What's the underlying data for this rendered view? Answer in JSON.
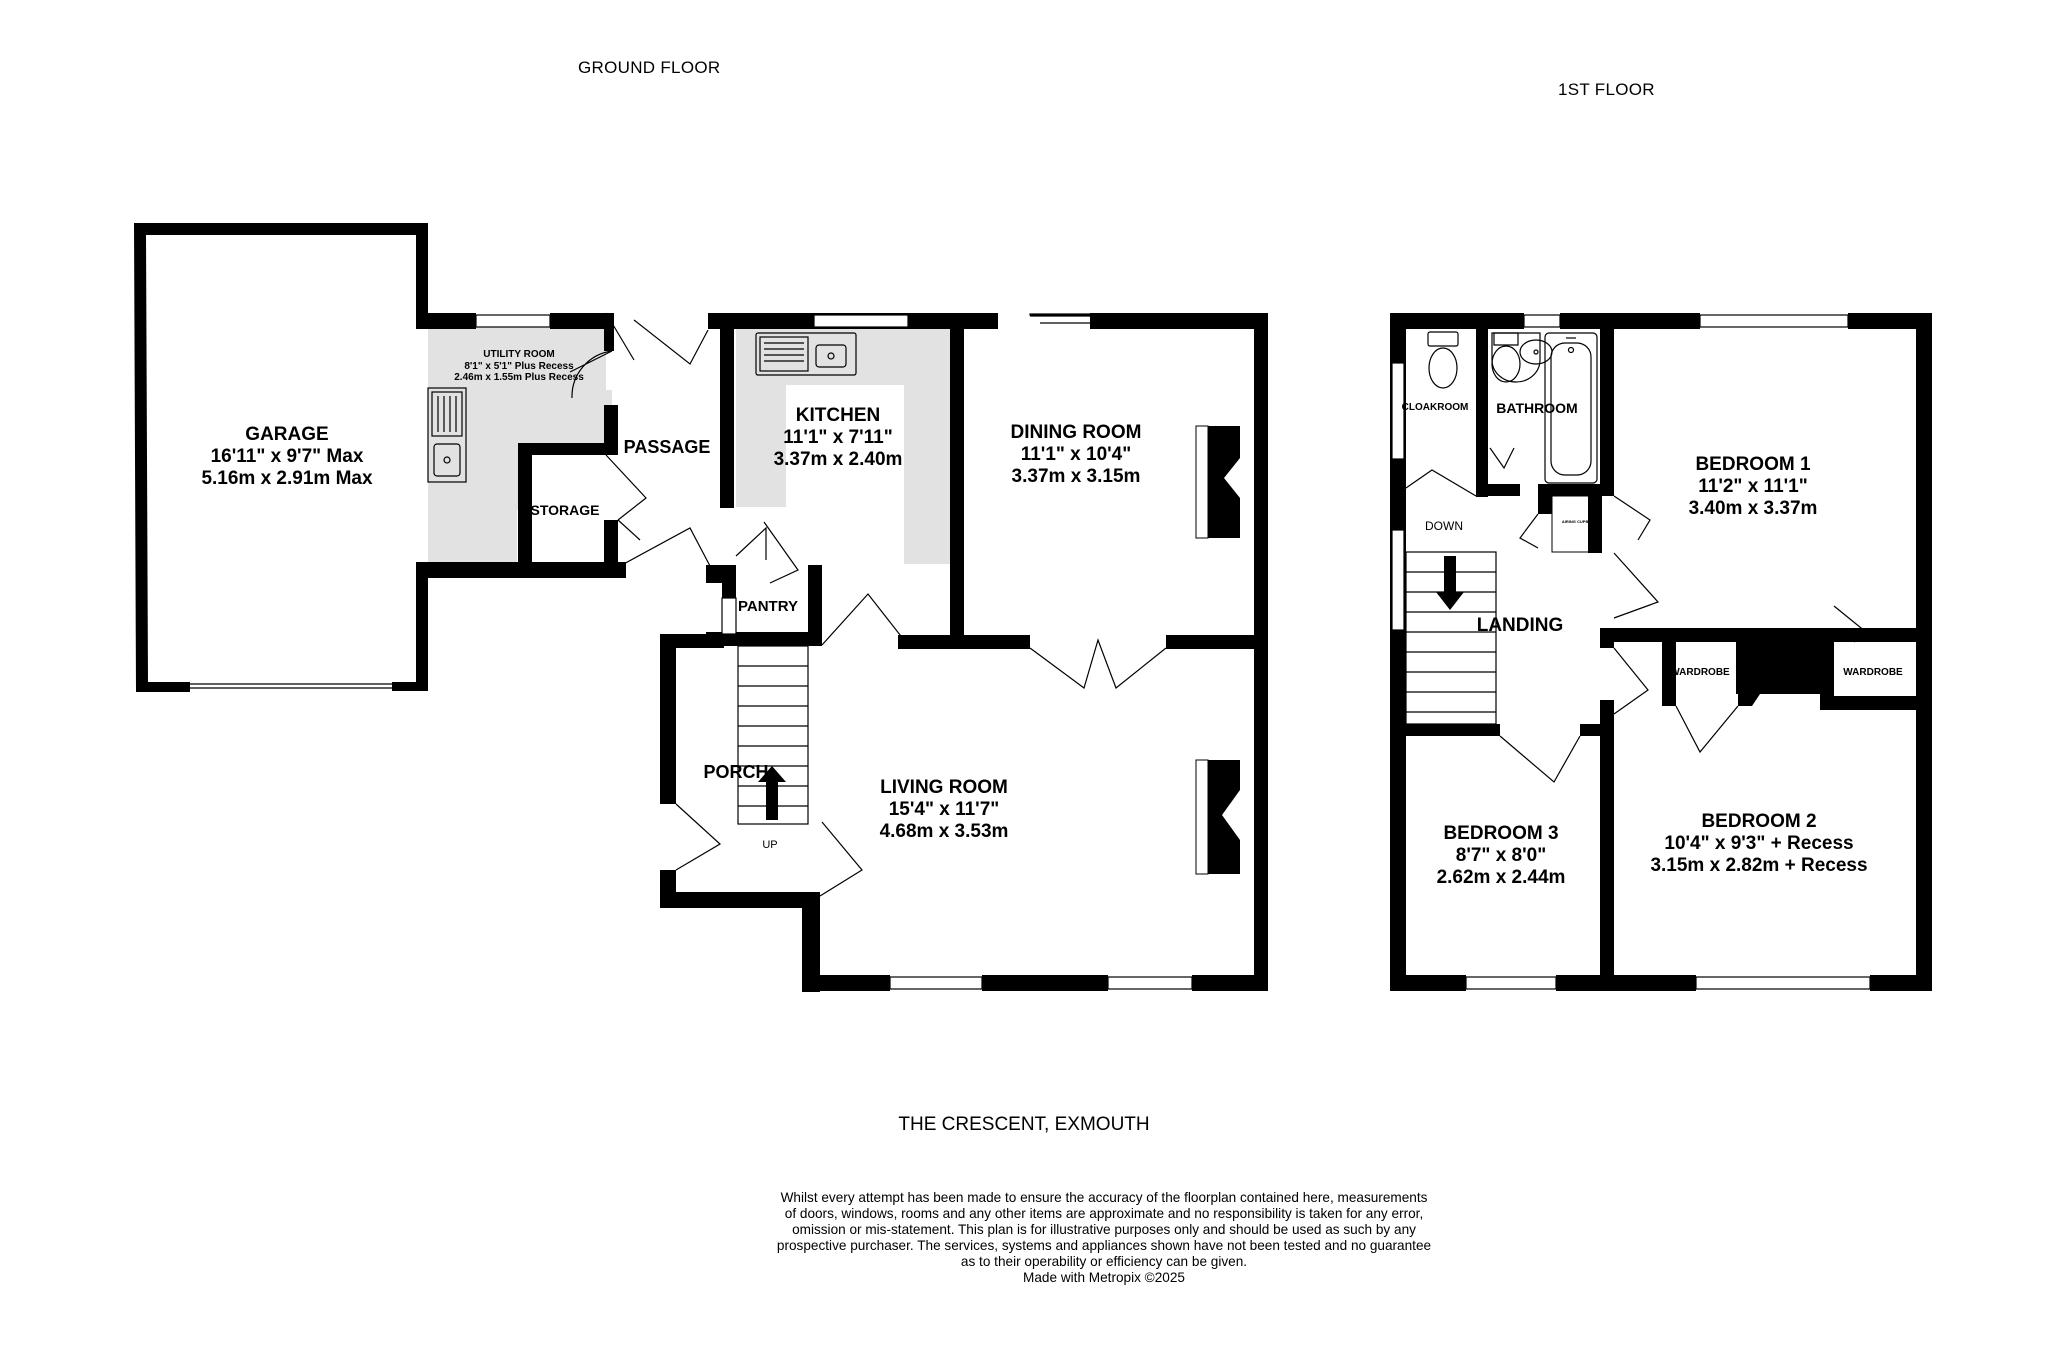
{
  "floors": {
    "ground": "GROUND FLOOR",
    "first": "1ST FLOOR"
  },
  "rooms": {
    "garage": {
      "name": "GARAGE",
      "dim1": "16'11\"  x 9'7\" Max",
      "dim2": "5.16m  x 2.91m Max"
    },
    "utility": {
      "name": "UTILITY ROOM",
      "dim1": "8'1\"  x 5'1\" Plus Recess",
      "dim2": "2.46m  x 1.55m Plus Recess"
    },
    "storage": {
      "name": "STORAGE"
    },
    "passage": {
      "name": "PASSAGE"
    },
    "kitchen": {
      "name": "KITCHEN",
      "dim1": "11'1\"  x 7'11\"",
      "dim2": "3.37m  x 2.40m"
    },
    "dining": {
      "name": "DINING ROOM",
      "dim1": "11'1\"  x 10'4\"",
      "dim2": "3.37m  x 3.15m"
    },
    "pantry": {
      "name": "PANTRY"
    },
    "porch": {
      "name": "PORCH"
    },
    "living": {
      "name": "LIVING ROOM",
      "dim1": "15'4\"  x 11'7\"",
      "dim2": "4.68m  x 3.53m"
    },
    "cloakroom": {
      "name": "CLOAKROOM"
    },
    "bathroom": {
      "name": "BATHROOM"
    },
    "airing": {
      "name": "AIRING CUPBOARD"
    },
    "bedroom1": {
      "name": "BEDROOM 1",
      "dim1": "11'2\"  x 11'1\"",
      "dim2": "3.40m  x 3.37m"
    },
    "landing": {
      "name": "LANDING"
    },
    "wardrobe_a": {
      "name": "WARDROBE"
    },
    "wardrobe_b": {
      "name": "WARDROBE"
    },
    "bedroom2": {
      "name": "BEDROOM 2",
      "dim1": "10'4\"  x 9'3\" + Recess",
      "dim2": "3.15m  x 2.82m + Recess"
    },
    "bedroom3": {
      "name": "BEDROOM 3",
      "dim1": "8'7\"  x 8'0\"",
      "dim2": "2.62m  x 2.44m"
    }
  },
  "stairs": {
    "up": "UP",
    "down": "DOWN"
  },
  "address": "THE CRESCENT, EXMOUTH",
  "disclaimer": [
    "Whilst every attempt has been made to ensure the accuracy of the floorplan contained here, measurements",
    "of doors, windows, rooms and any other items are approximate and no responsibility is taken for any error,",
    "omission or mis-statement. This plan is for illustrative purposes only and should be used as such by any",
    "prospective purchaser. The services, systems and appliances shown have not been tested and no guarantee",
    "as to their operability or efficiency can be given.",
    "Made with Metropix ©2025"
  ],
  "colors": {
    "wall": "#000000",
    "fitted_area": "#e2e2e2",
    "background": "#ffffff"
  }
}
